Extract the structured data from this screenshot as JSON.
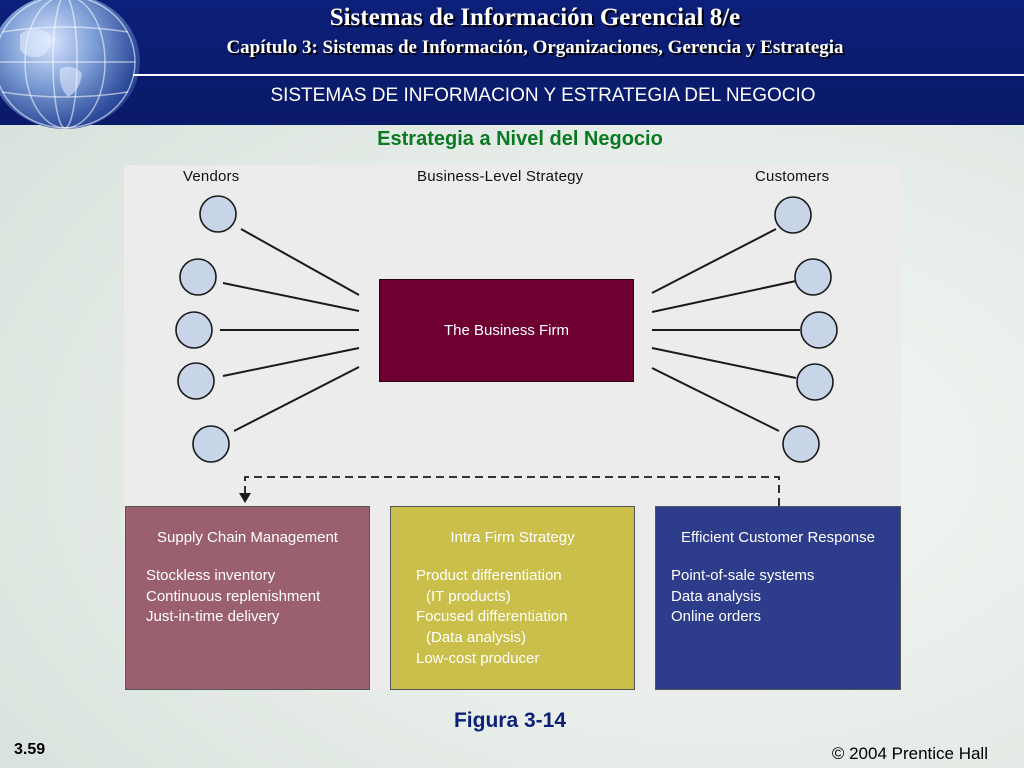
{
  "header": {
    "title": "Sistemas de Información Gerencial 8/e",
    "chapter": "Capítulo 3: Sistemas de Información, Organizaciones, Gerencia y Estrategia",
    "section": "SISTEMAS DE INFORMACION Y ESTRATEGIA DEL  NEGOCIO"
  },
  "subtitle": "Estrategia a Nivel del Negocio",
  "diagram": {
    "vendors_label": "Vendors",
    "strategy_label": "Business-Level Strategy",
    "customers_label": "Customers",
    "firm_label": "The Business Firm",
    "panels": [
      {
        "title": "Supply Chain Management",
        "items": [
          "Stockless inventory",
          "Continuous replenishment",
          "Just-in-time delivery"
        ],
        "color": "#9b6070"
      },
      {
        "title": "Intra Firm Strategy",
        "items": [
          "Product differentiation",
          "  (IT products)",
          "Focused differentiation",
          "  (Data analysis)",
          "Low-cost producer"
        ],
        "color": "#c9bf4a"
      },
      {
        "title": "Efficient Customer Response",
        "items": [
          "Point-of-sale systems",
          "Data analysis",
          "Online orders"
        ],
        "color": "#2e3c8c"
      }
    ]
  },
  "caption": "Figura 3-14",
  "slide_number": "3.59",
  "copyright": "© 2004 Prentice Hall",
  "colors": {
    "header_bg": "#0c1f7a",
    "firm_box": "#6d0030",
    "subtitle_green": "#0a7a22"
  }
}
